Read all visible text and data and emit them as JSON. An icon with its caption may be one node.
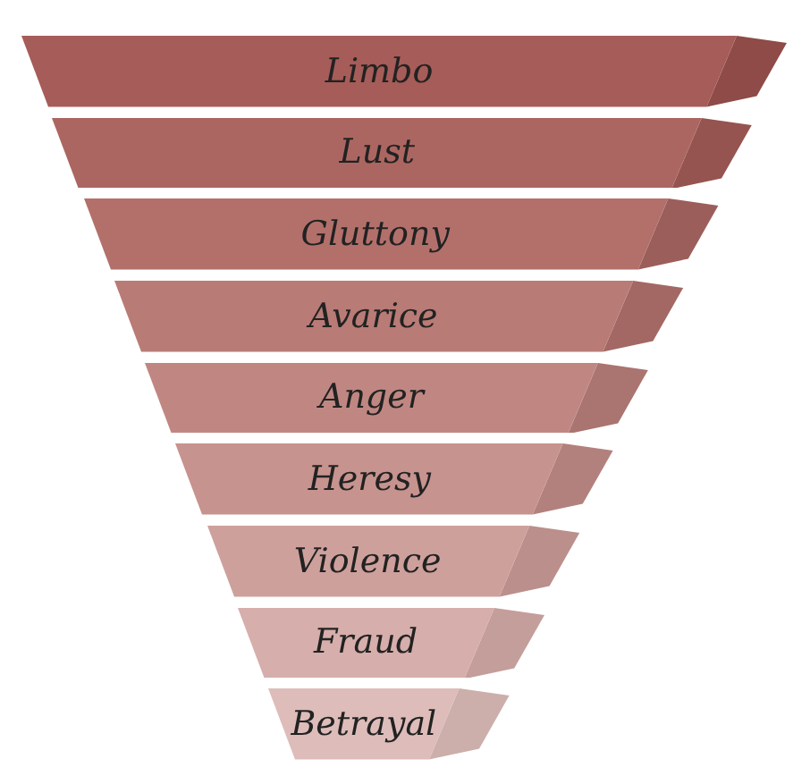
{
  "diagram": {
    "nodes": [
      {
        "text": [
          "Limbo"
        ]
      },
      {
        "text": [
          "Lust"
        ]
      },
      {
        "text": [
          "Gluttony"
        ]
      },
      {
        "text": [
          "Avarice"
        ]
      },
      {
        "text": [
          "Anger"
        ]
      },
      {
        "text": [
          "Heresy"
        ]
      },
      {
        "text": [
          "Violence"
        ]
      },
      {
        "text": [
          "Fraud"
        ]
      },
      {
        "text": [
          "Betrayal"
        ]
      }
    ]
  }
}
